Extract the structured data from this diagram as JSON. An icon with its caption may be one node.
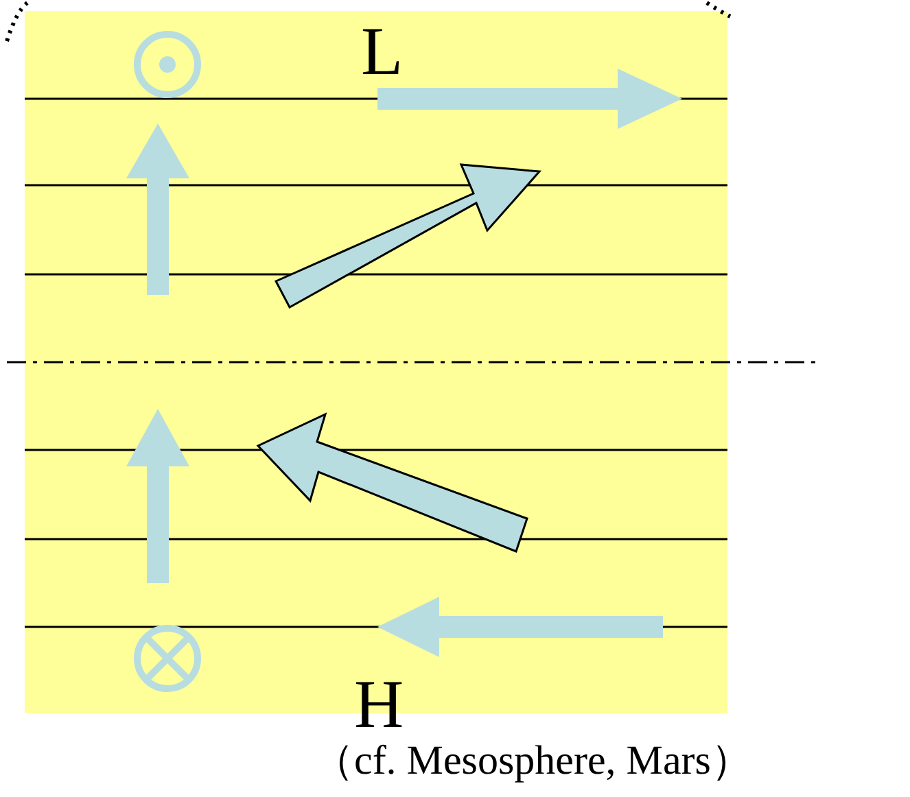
{
  "diagram": {
    "labels": [
      "L",
      "H"
    ],
    "caption": "（cf. Mesosphere, Mars）"
  }
}
